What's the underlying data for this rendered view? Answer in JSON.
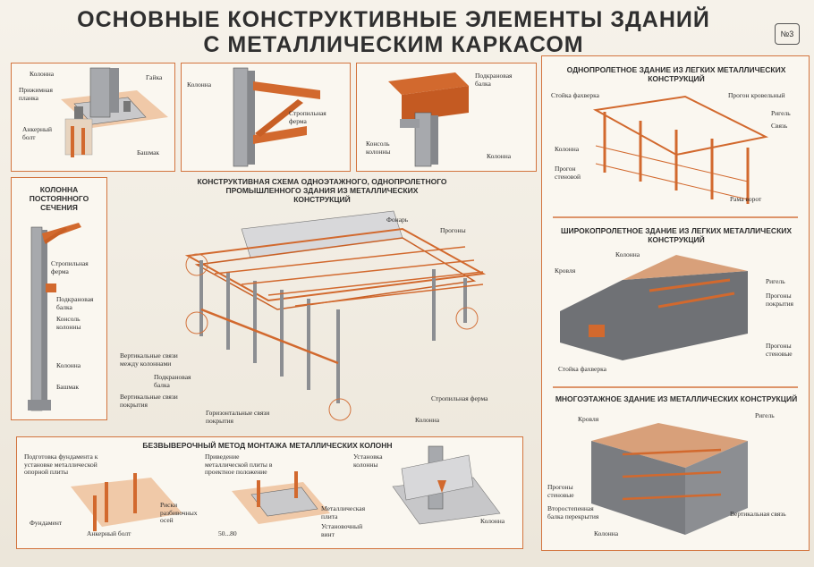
{
  "title_line1": "ОСНОВНЫЕ КОНСТРУКТИВНЫЕ ЭЛЕМЕНТЫ ЗДАНИЙ",
  "title_line2": "С МЕТАЛЛИЧЕСКИМ КАРКАСОМ",
  "number": "№3",
  "base": {
    "column": "Колонна",
    "nut": "Гайка",
    "clamp": "Прижимная планка",
    "bolt": "Анкерный болт",
    "shoe": "Башмак"
  },
  "truss_joint": {
    "column": "Колонна",
    "truss": "Стропильная ферма"
  },
  "crane_beam": {
    "beam": "Подкрановая балка",
    "bracket": "Консоль колонны",
    "column": "Колонна"
  },
  "const_column": {
    "heading": "КОЛОННА ПОСТОЯННОГО СЕЧЕНИЯ",
    "truss": "Стропильная ферма",
    "crane_beam": "Подкрановая балка",
    "bracket": "Консоль колонны",
    "column": "Колонна",
    "shoe": "Башмак"
  },
  "main_scheme": {
    "heading": "КОНСТРУКТИВНАЯ СХЕМА ОДНОЭТАЖНОГО, ОДНОПРОЛЕТНОГО ПРОМЫШЛЕННОГО ЗДАНИЯ ИЗ МЕТАЛЛИЧЕСКИХ КОНСТРУКЦИЙ",
    "lantern": "Фонарь",
    "purlins": "Прогоны",
    "vert_braces_cols": "Вертикальные связи между колоннами",
    "crane_beam": "Подкрановая балка",
    "vert_braces_roof": "Вертикальные связи покрытия",
    "horiz_braces": "Горизонтальные связи покрытия",
    "truss": "Стропильная ферма",
    "column": "Колонна"
  },
  "mounting": {
    "heading": "БЕЗВЫВЕРОЧНЫЙ МЕТОД МОНТАЖА МЕТАЛЛИЧЕСКИХ КОЛОНН",
    "prep": "Подготовка фундамента к установке металлической опорной плиты",
    "foundation": "Фундамент",
    "anchor": "Анкерный болт",
    "marks": "Риски разбивочных осей",
    "bring": "Приведение металлической плиты в проектное положение",
    "plate": "Металлическая плита",
    "screw": "Установочный винт",
    "dims": "50...80",
    "install": "Установка колонны",
    "column": "Колонна"
  },
  "single_span": {
    "heading": "ОДНОПРОЛЕТНОЕ ЗДАНИЕ ИЗ ЛЕГКИХ МЕТАЛЛИЧЕСКИХ КОНСТРУКЦИЙ",
    "fachwerk": "Стойка фахверка",
    "roof_purlin": "Прогон кровельный",
    "rigel": "Ригель",
    "brace": "Связь",
    "column": "Колонна",
    "wall_purlin": "Прогон стеновой",
    "gate_frame": "Рама ворот"
  },
  "wide_span": {
    "heading": "ШИРОКОПРОЛЕТНОЕ ЗДАНИЕ ИЗ ЛЕГКИХ МЕТАЛЛИЧЕСКИХ КОНСТРУКЦИЙ",
    "column": "Колонна",
    "roof": "Кровля",
    "rigel": "Ригель",
    "roof_purlins": "Прогоны покрытия",
    "wall_purlins": "Прогоны стеновые",
    "fachwerk": "Стойка фахверка"
  },
  "multi_storey": {
    "heading": "МНОГОЭТАЖНОЕ ЗДАНИЕ ИЗ МЕТАЛЛИЧЕСКИХ КОНСТРУКЦИЙ",
    "roof": "Кровля",
    "rigel": "Ригель",
    "wall_purlins": "Прогоны стеновые",
    "secondary_beam": "Второстепенная балка перекрытия",
    "column": "Колонна",
    "vert_brace": "Вертикальная связь"
  },
  "colors": {
    "steel": "#a3a6aa",
    "orange": "#d2692e",
    "border": "#d3743e"
  }
}
